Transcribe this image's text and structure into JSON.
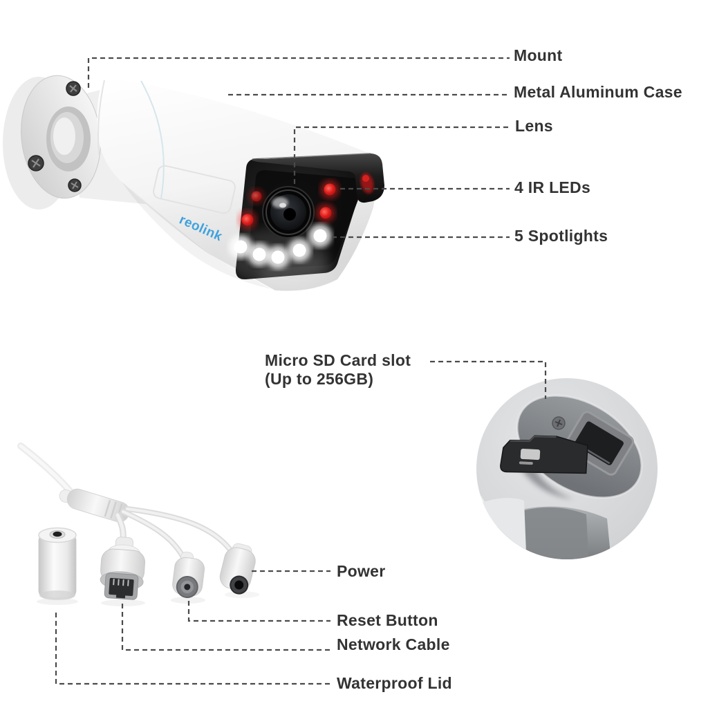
{
  "product": {
    "brand": "reolink"
  },
  "callouts": {
    "mount": "Mount",
    "metal_case": "Metal Aluminum Case",
    "lens": "Lens",
    "ir_leds": "4 IR LEDs",
    "spotlights": "5 Spotlights",
    "sd_slot": "Micro SD Card slot",
    "sd_slot_sub": "(Up to 256GB)",
    "power": "Power",
    "reset_button": "Reset Button",
    "network_cable": "Network Cable",
    "waterproof_lid": "Waterproof Lid"
  },
  "counts": {
    "ir_leds": 4,
    "spotlights": 5
  },
  "colors": {
    "background": "#ffffff",
    "label_text": "#333333",
    "callout_line": "#4a4a4a",
    "brand_blue": "#3fa2dd",
    "ir_red": "#e01f1c",
    "spotlight_white": "#ffffff",
    "camera_white": "#f4f4f4",
    "bezel_black": "#141414",
    "inset_gray": "#d6d8da"
  }
}
